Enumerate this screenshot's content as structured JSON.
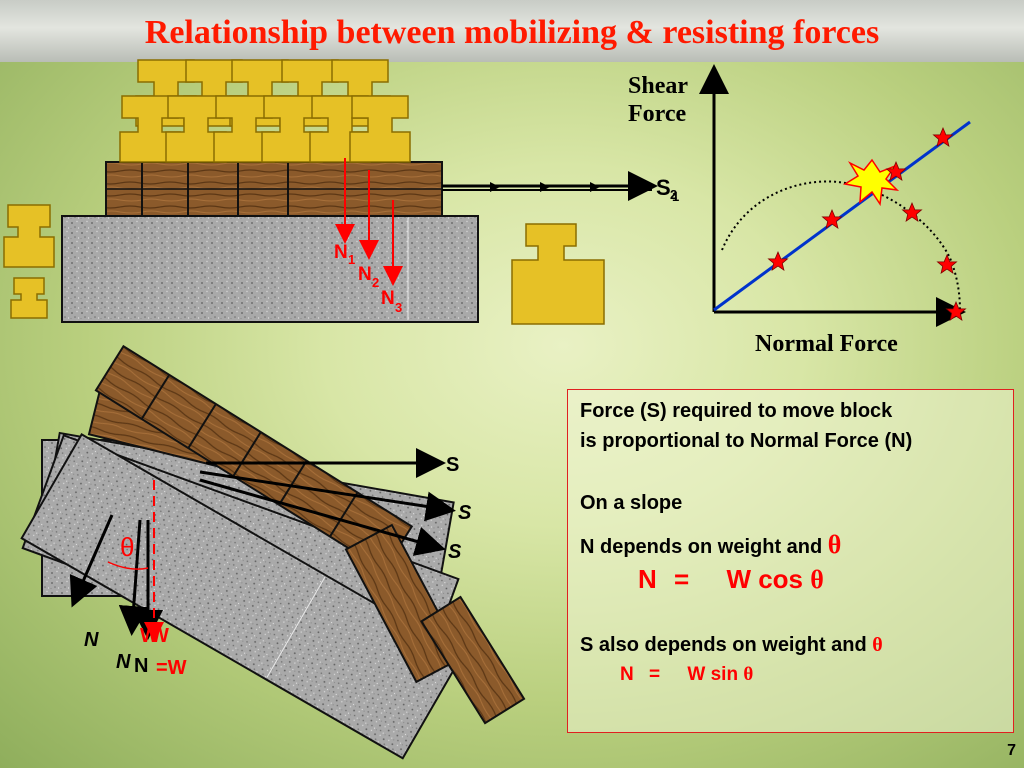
{
  "slide": {
    "title": "Relationship between mobilizing & resisting forces",
    "page_number": "7"
  },
  "top_diagram": {
    "labels": {
      "n1": "N",
      "n1_sub": "1",
      "n2": "N",
      "n2_sub": "2",
      "n3": "N",
      "n3_sub": "3",
      "s": "S",
      "s_sub_a": "1",
      "s_sub_b": "2",
      "s_sub_c": "3"
    },
    "colors": {
      "rail": "#e6c126",
      "wood": "#8b5a2b",
      "rock": "#a7a7a7",
      "force_arrow": "#ff0000"
    }
  },
  "graph": {
    "y_label_line1": "Shear",
    "y_label_line2": "Force",
    "x_label": "Normal Force",
    "colors": {
      "line": "#0033cc",
      "star": "#ff0000"
    }
  },
  "slope_diagram": {
    "labels": {
      "s_top": "S",
      "s_mid": "S",
      "s_low": "S",
      "theta": "θ",
      "n_a": "N",
      "n_b": "N",
      "n_c": "N",
      "w_a": "W",
      "w_b": "W",
      "eq_w": "=W"
    }
  },
  "explanation": {
    "line1": "Force (S) required to move block",
    "line2": "is proportional to Normal Force (N)",
    "line3": "On a slope",
    "line4": "N depends on weight and",
    "line4_symbol": "θ",
    "eq1_lhs": "N",
    "eq1_op": "=",
    "eq1_rhs": "W  cos",
    "eq1_symbol": "θ",
    "line5": "S also depends on weight and",
    "line5_symbol": "θ",
    "eq2_lhs": "N",
    "eq2_op": "=",
    "eq2_rhs": "W  sin",
    "eq2_symbol": "θ"
  }
}
